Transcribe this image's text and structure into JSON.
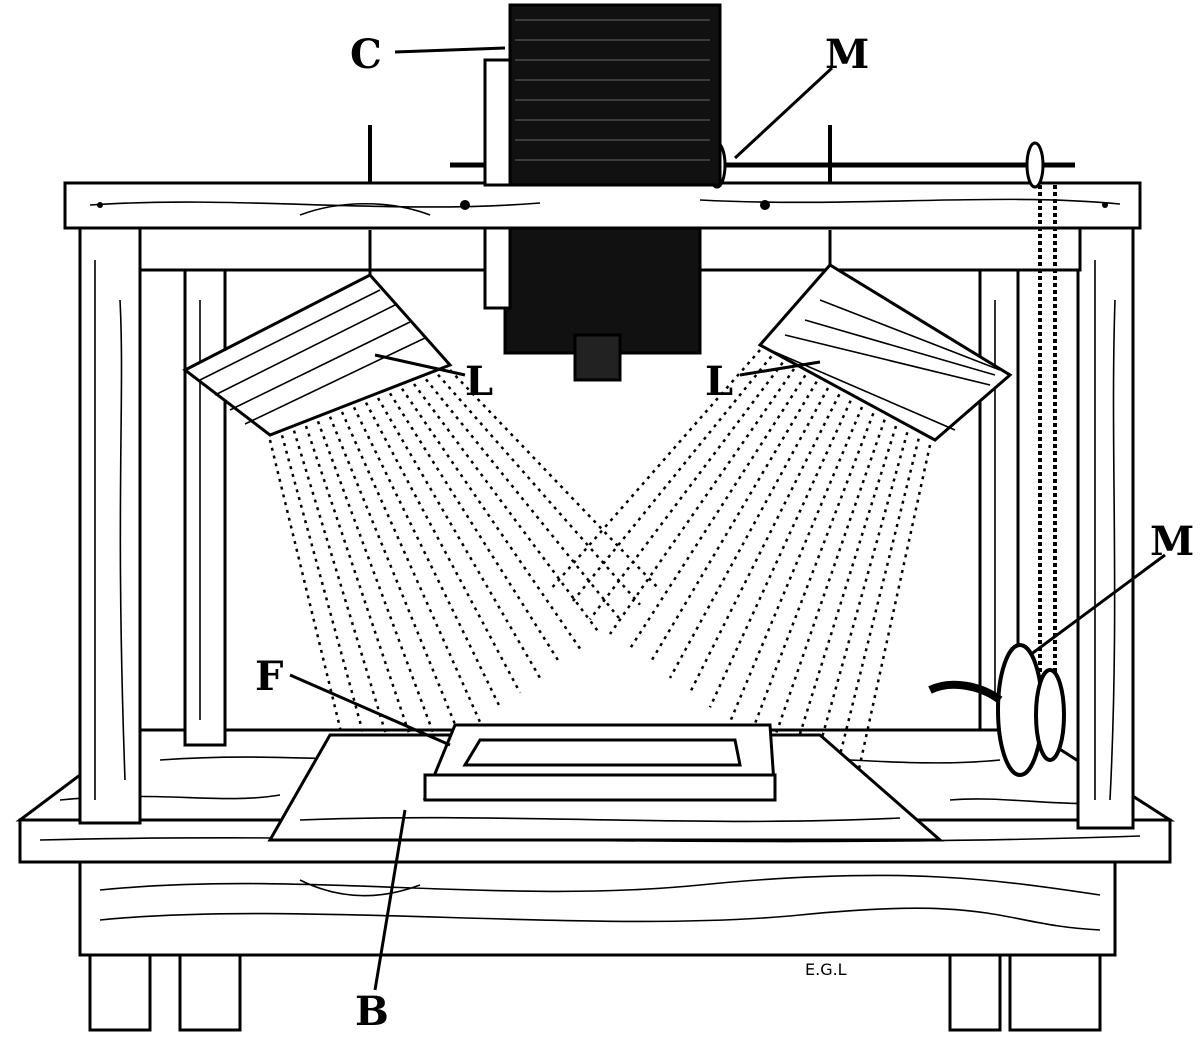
{
  "labels": {
    "camera": "C",
    "motor_top": "M",
    "lamp_left": "L",
    "lamp_right": "L",
    "motor_crank": "M",
    "frame": "F",
    "board": "B"
  },
  "signature": "E.G.L",
  "colors": {
    "ink": "#000000",
    "paper": "#ffffff"
  }
}
